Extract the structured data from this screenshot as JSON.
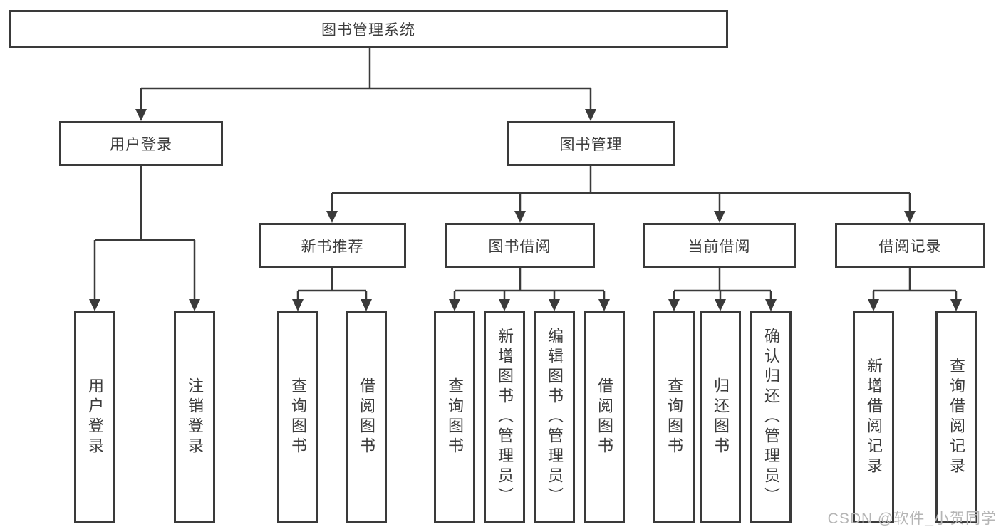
{
  "diagram": {
    "title": "图书管理系统",
    "root": {
      "label": "图书管理系统"
    },
    "branches": [
      {
        "label": "用户登录",
        "children": [
          "用户登录",
          "注销登录"
        ]
      },
      {
        "label": "图书管理",
        "groups": [
          {
            "label": "新书推荐",
            "children": [
              "查询图书",
              "借阅图书"
            ]
          },
          {
            "label": "图书借阅",
            "children": [
              "查询图书",
              "新增图书（管理员）",
              "编辑图书（管理员）",
              "借阅图书"
            ]
          },
          {
            "label": "当前借阅",
            "children": [
              "查询图书",
              "归还图书",
              "确认归还（管理员）"
            ]
          },
          {
            "label": "借阅记录",
            "children": [
              "新增借阅记录",
              "查询借阅记录"
            ]
          }
        ]
      }
    ]
  },
  "watermark": {
    "text": "CSDN @软件_小贺同学"
  },
  "colors": {
    "line": "#3a3a3a",
    "box_border": "#3a3a3a",
    "text": "#3c3c3c",
    "watermark": "#b5b5b5",
    "background": "#ffffff"
  }
}
